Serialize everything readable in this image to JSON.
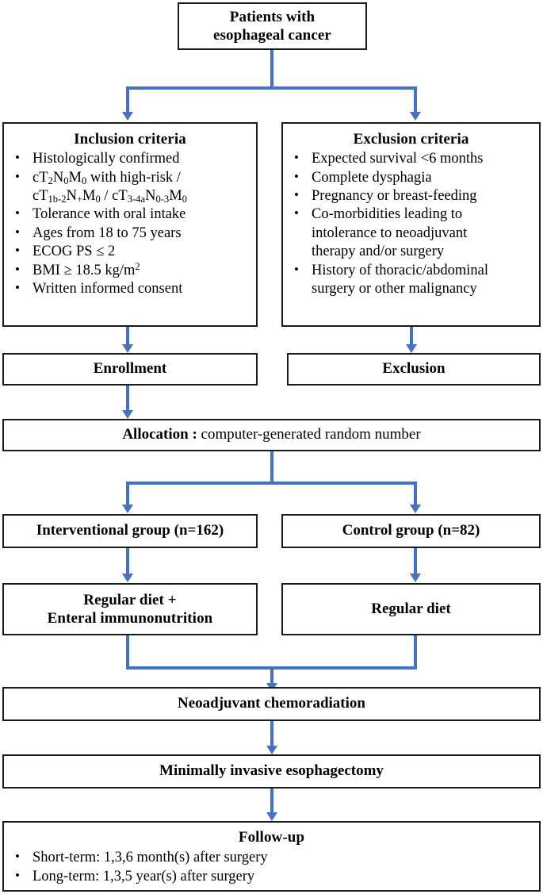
{
  "diagram": {
    "title": "CONSORT-style trial flow diagram",
    "accent_color": "#4472C4",
    "border_color": "#1a1a1a",
    "background": "#ffffff"
  },
  "top": {
    "line1": "Patients with",
    "line2": "esophageal cancer"
  },
  "inclusion": {
    "heading": "Inclusion criteria",
    "items": [
      {
        "text": "Histologically confirmed"
      },
      {
        "text": "cT2N0M0 with high-risk /",
        "cont": "cT1b-2N+M0 / cT3-4aN0-3M0",
        "rich": true
      },
      {
        "text": "Tolerance with oral intake"
      },
      {
        "text": "Ages from 18 to 75 years"
      },
      {
        "text": "ECOG PS ≤ 2"
      },
      {
        "text": "BMI ≥ 18.5 kg/m2",
        "sup2": true
      },
      {
        "text": "Written informed consent"
      }
    ]
  },
  "exclusion": {
    "heading": "Exclusion criteria",
    "items": [
      {
        "text": "Expected survival <6 months"
      },
      {
        "text": "Complete dysphagia"
      },
      {
        "text": "Pregnancy or breast-feeding"
      },
      {
        "text": "Co-morbidities leading to",
        "cont": "intolerance to neoadjuvant",
        "cont2": "therapy and/or surgery"
      },
      {
        "text": "History of thoracic/abdominal",
        "cont": "surgery or other malignancy"
      }
    ]
  },
  "enrollment": {
    "label": "Enrollment"
  },
  "exclusion_box": {
    "label": "Exclusion"
  },
  "allocation": {
    "lead": "Allocation :",
    "rest": " computer-generated random number"
  },
  "interventional_group": {
    "label": "Interventional group (n=162)"
  },
  "control_group": {
    "label": "Control group (n=82)"
  },
  "interventional_diet": {
    "line1": "Regular diet +",
    "line2": "Enteral  immunonutrition"
  },
  "control_diet": {
    "label": "Regular diet"
  },
  "neoadjuvant": {
    "label": "Neoadjuvant chemoradiation"
  },
  "surgery": {
    "label": "Minimally invasive esophagectomy"
  },
  "followup": {
    "heading": "Follow-up",
    "items": [
      {
        "text": "Short-term: 1,3,6 month(s) after surgery"
      },
      {
        "text": "Long-term: 1,3,5 year(s) after surgery"
      }
    ]
  }
}
